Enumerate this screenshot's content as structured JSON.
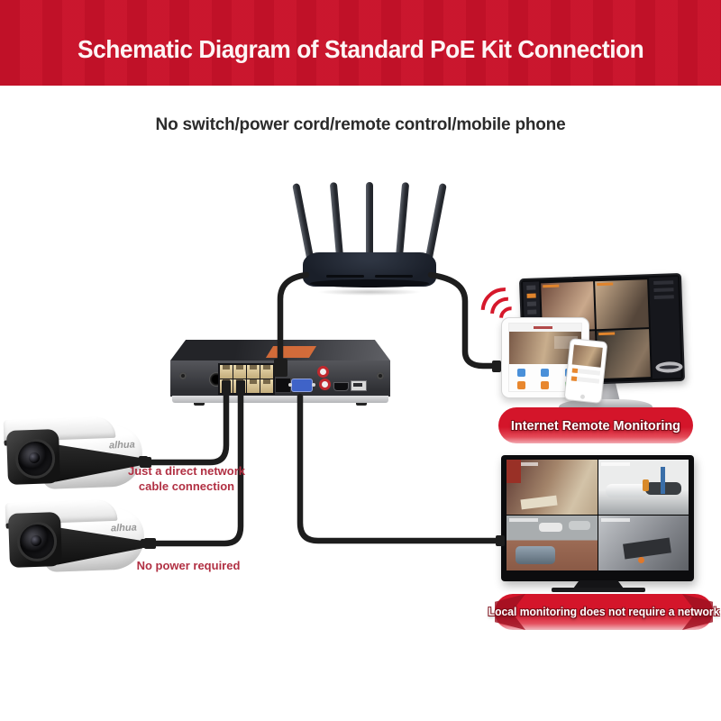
{
  "page": {
    "title": "Schematic Diagram of Standard PoE Kit Connection",
    "subtitle": "No switch/power cord/remote control/mobile phone"
  },
  "annotations": {
    "cable_note_line1": "Just a direct network",
    "cable_note_line2": "cable connection",
    "power_note": "No power required"
  },
  "banners": {
    "internet_remote": "Internet Remote Monitoring",
    "local_monitoring": "Local monitoring does not require a network"
  },
  "branding": {
    "camera_logo": "alhua"
  },
  "devices": {
    "router": {
      "antennas": 5
    },
    "nvr": {
      "poe_ports": 8
    },
    "cameras": 2
  },
  "icons": {
    "wifi": "wifi-icon"
  },
  "colors": {
    "banner_red": "#c9122a",
    "pill_red": "#d4152a",
    "note_red": "#b13043",
    "cable_black": "#1d1d1d",
    "sticker_orange": "#e0703a",
    "rj45_yellow": "#e0cfa0",
    "vga_blue": "#3f63c8",
    "rca_red": "#c1282d"
  }
}
